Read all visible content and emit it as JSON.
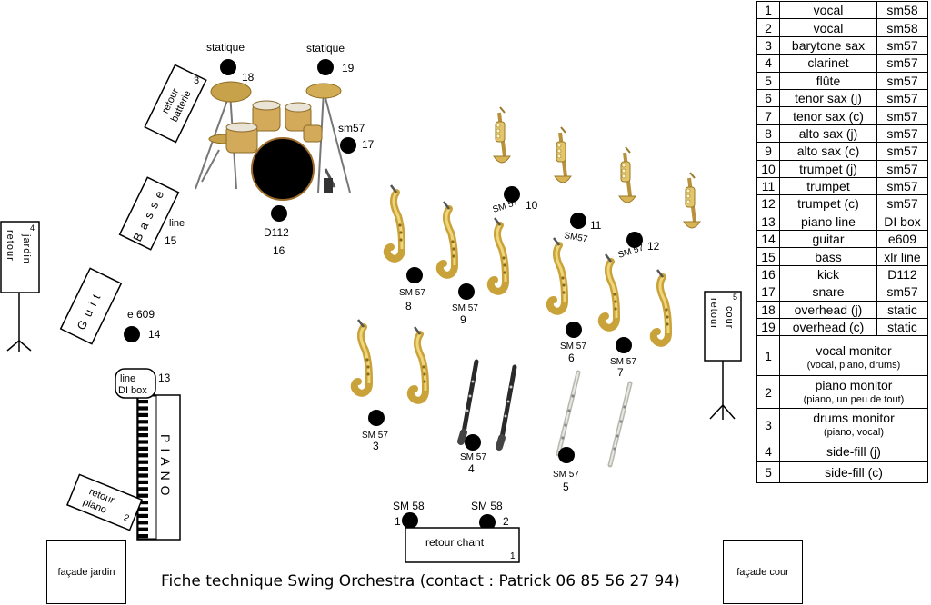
{
  "footer_title": "Fiche technique Swing Orchestra (contact : Patrick 06 85 56 27 94)",
  "facades": {
    "jardin": "façade jardin",
    "cour": "façade cour"
  },
  "drums": {
    "static_left_label": "statique",
    "static_left_num": "18",
    "static_right_label": "statique",
    "static_right_num": "19",
    "snare_mic_label": "sm57",
    "snare_num": "17",
    "kick_mic_label": "D112",
    "kick_num": "16"
  },
  "monitors": {
    "retour_batterie": {
      "line1": "retour",
      "line2": "batterie",
      "num": "3"
    },
    "retour_jardin": {
      "word": "retour",
      "word2": "jardin",
      "num": "4"
    },
    "retour_cour": {
      "word": "retour",
      "word2": "cour",
      "num": "5"
    },
    "retour_piano": {
      "line1": "retour",
      "line2": "piano",
      "num": "2"
    },
    "retour_chant": {
      "label": "retour chant",
      "num": "1"
    }
  },
  "amps": {
    "basse": {
      "label": "Basse",
      "line_label": "line",
      "num": "15"
    },
    "guitar": {
      "label": "Guit",
      "mic_label": "e 609",
      "num": "14"
    }
  },
  "piano": {
    "label": "PIANO",
    "di_line1": "line",
    "di_line2": "DI box",
    "num": "13"
  },
  "stage_mics": [
    {
      "id": "10",
      "label": "SM 57",
      "num": "10"
    },
    {
      "id": "11",
      "label": "SM57",
      "num": "11"
    },
    {
      "id": "12",
      "label": "SM 57",
      "num": "12"
    },
    {
      "id": "8",
      "label": "SM 57",
      "num": "8"
    },
    {
      "id": "9",
      "label": "SM 57",
      "num": "9"
    },
    {
      "id": "6",
      "label": "SM 57",
      "num": "6"
    },
    {
      "id": "7",
      "label": "SM 57",
      "num": "7"
    },
    {
      "id": "3",
      "label": "SM 57",
      "num": "3"
    },
    {
      "id": "4",
      "label": "SM 57",
      "num": "4"
    },
    {
      "id": "5",
      "label": "SM 57",
      "num": "5"
    }
  ],
  "vocal_mics": [
    {
      "label": "SM 58",
      "num": "1"
    },
    {
      "label": "SM 58",
      "num": "2"
    }
  ],
  "channels": [
    {
      "num": "1",
      "name": "vocal",
      "mic": "sm58"
    },
    {
      "num": "2",
      "name": "vocal",
      "mic": "sm58"
    },
    {
      "num": "3",
      "name": "barytone sax",
      "mic": "sm57"
    },
    {
      "num": "4",
      "name": "clarinet",
      "mic": "sm57"
    },
    {
      "num": "5",
      "name": "flûte",
      "mic": "sm57"
    },
    {
      "num": "6",
      "name": "tenor sax (j)",
      "mic": "sm57"
    },
    {
      "num": "7",
      "name": "tenor sax (c)",
      "mic": "sm57"
    },
    {
      "num": "8",
      "name": "alto sax (j)",
      "mic": "sm57"
    },
    {
      "num": "9",
      "name": "alto sax (c)",
      "mic": "sm57"
    },
    {
      "num": "10",
      "name": "trumpet (j)",
      "mic": "sm57"
    },
    {
      "num": "11",
      "name": "trumpet",
      "mic": "sm57"
    },
    {
      "num": "12",
      "name": "trumpet (c)",
      "mic": "sm57"
    },
    {
      "num": "13",
      "name": "piano line",
      "mic": "DI box"
    },
    {
      "num": "14",
      "name": "guitar",
      "mic": "e609"
    },
    {
      "num": "15",
      "name": "bass",
      "mic": "xlr line"
    },
    {
      "num": "16",
      "name": "kick",
      "mic": "D112"
    },
    {
      "num": "17",
      "name": "snare",
      "mic": "sm57"
    },
    {
      "num": "18",
      "name": "overhead (j)",
      "mic": "static"
    },
    {
      "num": "19",
      "name": "overhead (c)",
      "mic": "static"
    }
  ],
  "monitor_list": [
    {
      "num": "1",
      "name": "vocal monitor",
      "sub": "(vocal, piano, drums)"
    },
    {
      "num": "2",
      "name": "piano monitor",
      "sub": "(piano, un peu de tout)"
    },
    {
      "num": "3",
      "name": "drums monitor",
      "sub": "(piano, vocal)"
    },
    {
      "num": "4",
      "name": "side-fill (j)",
      "sub": ""
    },
    {
      "num": "5",
      "name": "side-fill (c)",
      "sub": ""
    }
  ]
}
